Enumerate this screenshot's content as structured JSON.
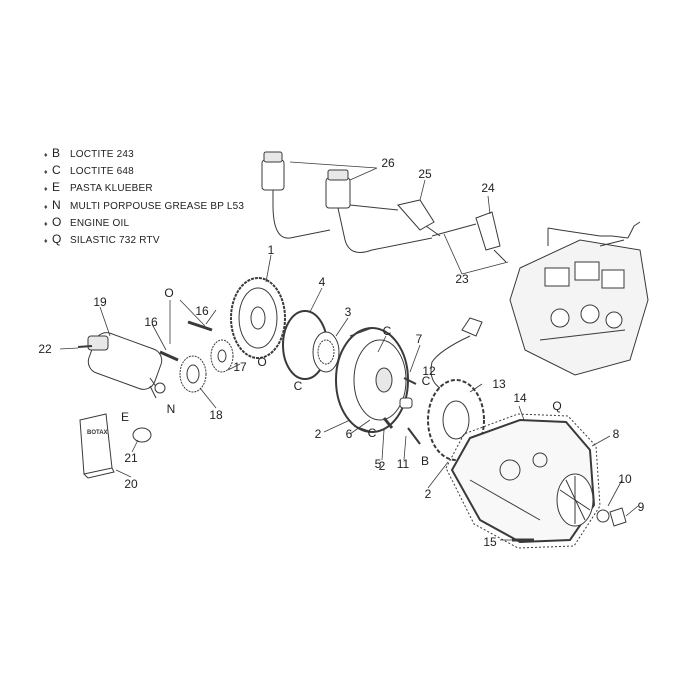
{
  "legend": [
    {
      "code": "B",
      "text": "LOCTITE 243"
    },
    {
      "code": "C",
      "text": "LOCTITE 648"
    },
    {
      "code": "E",
      "text": "PASTA KLUEBER"
    },
    {
      "code": "N",
      "text": "MULTI PORPOUSE GREASE BP L53"
    },
    {
      "code": "O",
      "text": "ENGINE OIL"
    },
    {
      "code": "Q",
      "text": "SILASTIC 732 RTV"
    }
  ],
  "legend_marker_icon": "drop-icon",
  "booklet_label": "BOTAX",
  "callouts": {
    "p1": "1",
    "p2a": "2",
    "p2b": "2",
    "p2c": "2",
    "p3": "3",
    "p4": "4",
    "p5": "5",
    "p6": "6",
    "p7": "7",
    "p8": "8",
    "p9": "9",
    "p10": "10",
    "p11": "11",
    "p12": "12",
    "p13": "13",
    "p14": "14",
    "p15": "15",
    "p16a": "16",
    "p16b": "16",
    "p17": "17",
    "p18": "18",
    "p19": "19",
    "p20": "20",
    "p21": "21",
    "p22": "22",
    "p23": "23",
    "p24": "24",
    "p25": "25",
    "p26": "26",
    "cO1": "O",
    "cO2": "O",
    "cC1": "C",
    "cC2": "C",
    "cC3": "C",
    "cC4": "C",
    "cE": "E",
    "cN": "N",
    "cB": "B",
    "cQ": "Q"
  },
  "colors": {
    "line": "#3a3a3a",
    "fill": "#ffffff",
    "shade": "#d9d9d9"
  }
}
